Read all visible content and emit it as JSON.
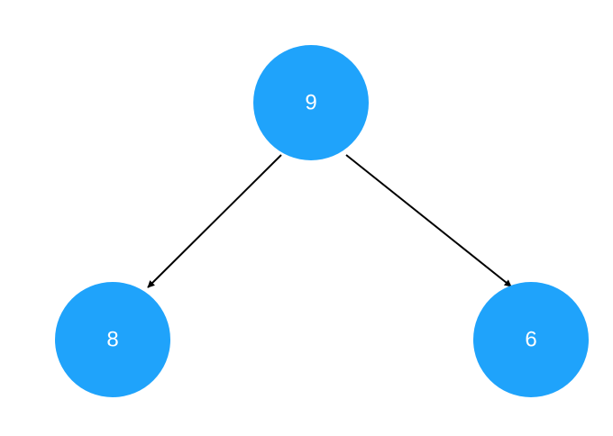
{
  "diagram": {
    "type": "binary-tree",
    "colors": {
      "node_fill": "#1fa3fb",
      "node_text": "#ffffff",
      "edge": "#000000",
      "background": "#ffffff"
    },
    "nodes": [
      {
        "id": "root",
        "label": "9"
      },
      {
        "id": "left",
        "label": "8"
      },
      {
        "id": "right",
        "label": "6"
      }
    ],
    "edges": [
      {
        "from": "root",
        "to": "left"
      },
      {
        "from": "root",
        "to": "right"
      }
    ]
  }
}
